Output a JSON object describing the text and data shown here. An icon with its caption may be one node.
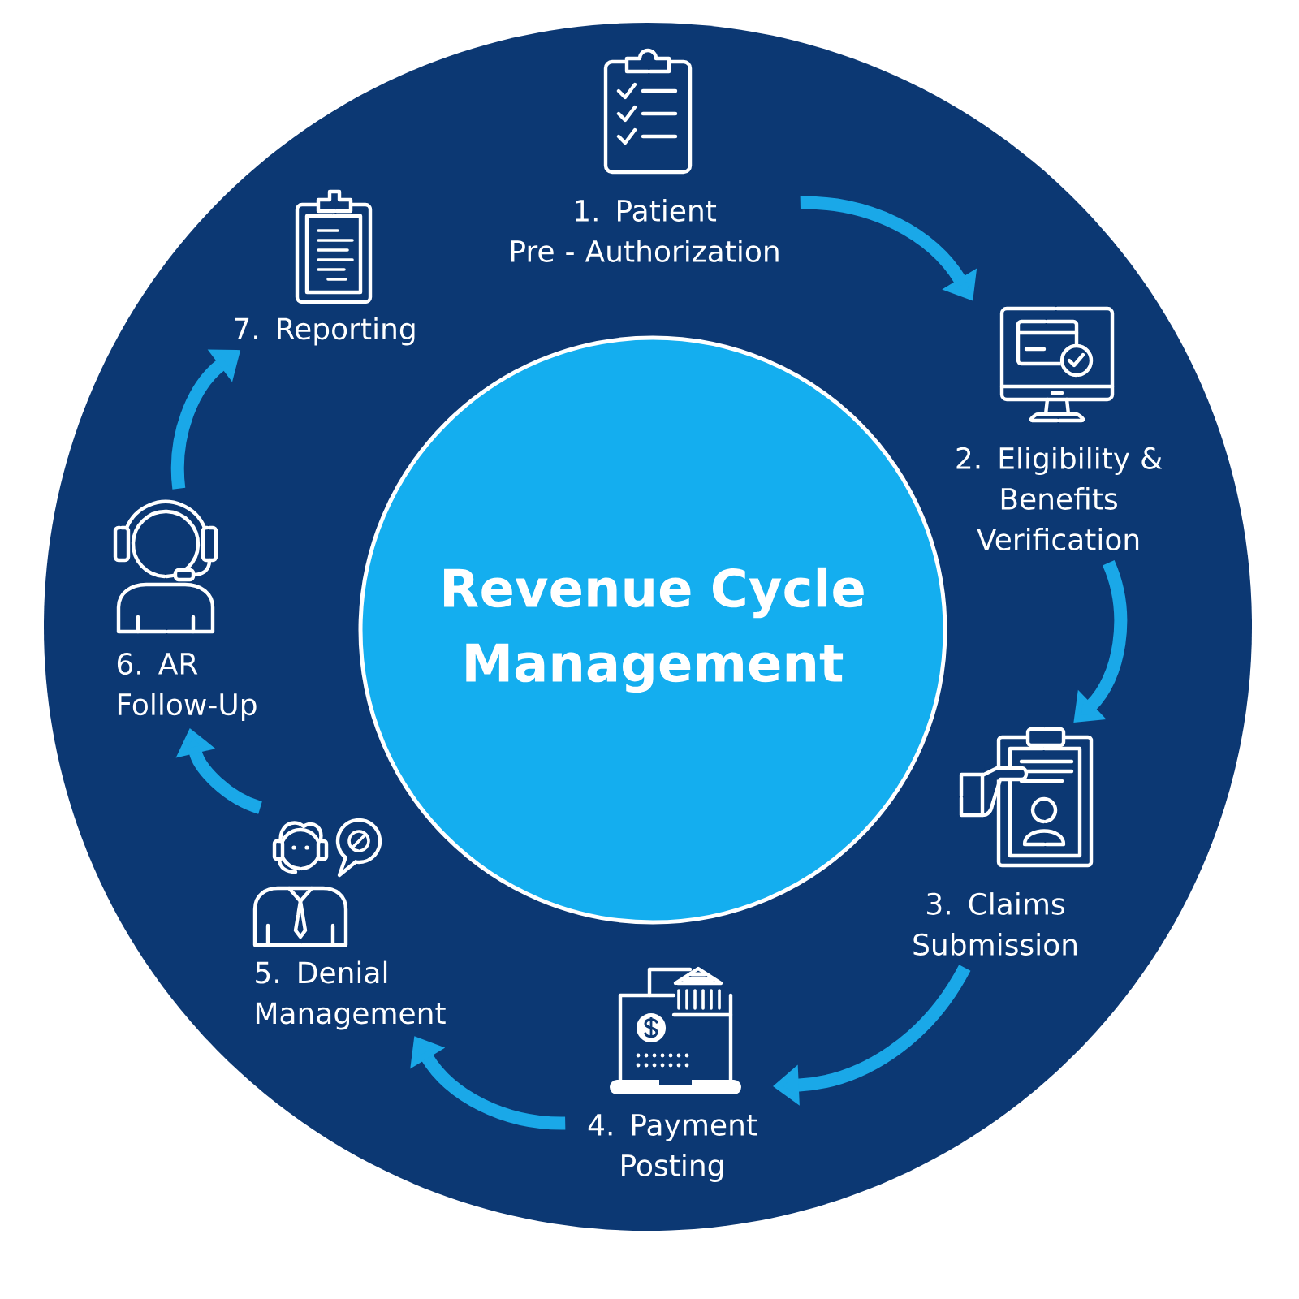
{
  "diagram": {
    "nodes": [
      {
        "text": [],
        "shape": "circle"
      },
      {
        "text": [
          "Revenue Cycle Management"
        ],
        "in": 0
      },
      {
        "text": [
          "1. Patient Pre - Authorization"
        ],
        "in": 0
      },
      {
        "text": [
          "2. Eligibility & Benefits Verification"
        ],
        "in": 0
      },
      {
        "text": [
          "3. Claims Submission"
        ],
        "in": 0
      },
      {
        "text": [
          "4. Payment Posting"
        ],
        "in": 0
      },
      {
        "text": [
          "5. Denial Management"
        ],
        "in": 0
      },
      {
        "text": [
          "6. AR Follow-Up"
        ],
        "in": 0
      },
      {
        "text": [
          "7. Reporting"
        ],
        "in": 0
      }
    ],
    "edges": [
      {
        "from": 2,
        "to": 3,
        "arrow": "to"
      },
      {
        "from": 3,
        "to": 4,
        "arrow": "to"
      },
      {
        "from": 4,
        "to": 5,
        "arrow": "to"
      },
      {
        "from": 5,
        "to": 6,
        "arrow": "to"
      },
      {
        "from": 6,
        "to": 7,
        "arrow": "to"
      },
      {
        "from": 7,
        "to": 8,
        "arrow": "to"
      }
    ]
  }
}
